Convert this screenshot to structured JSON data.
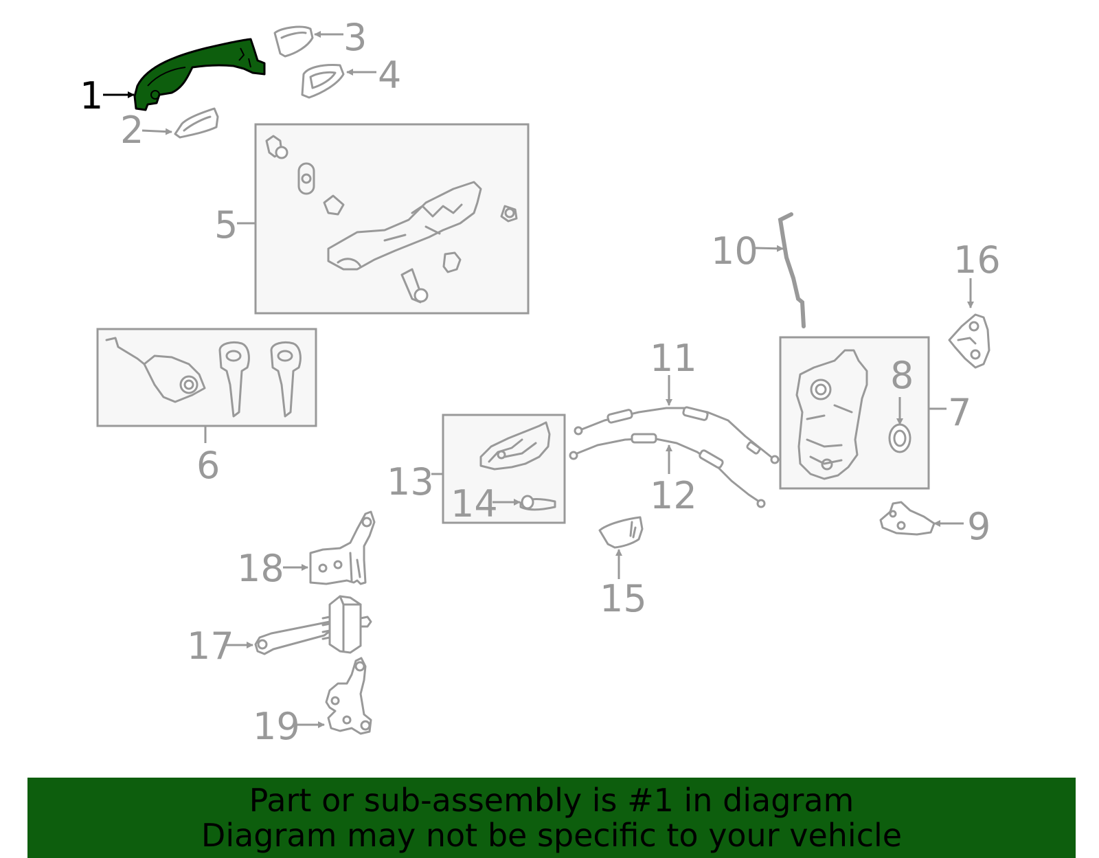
{
  "highlight_color": "#0d5e0d",
  "callouts": {
    "n1": "1",
    "n2": "2",
    "n3": "3",
    "n4": "4",
    "n5": "5",
    "n6": "6",
    "n7": "7",
    "n8": "8",
    "n9": "9",
    "n10": "10",
    "n11": "11",
    "n12": "12",
    "n13": "13",
    "n14": "14",
    "n15": "15",
    "n16": "16",
    "n17": "17",
    "n18": "18",
    "n19": "19"
  },
  "banner": {
    "line1": "Part or sub-assembly is #1 in diagram",
    "line2": "Diagram may not be specific to your vehicle"
  }
}
